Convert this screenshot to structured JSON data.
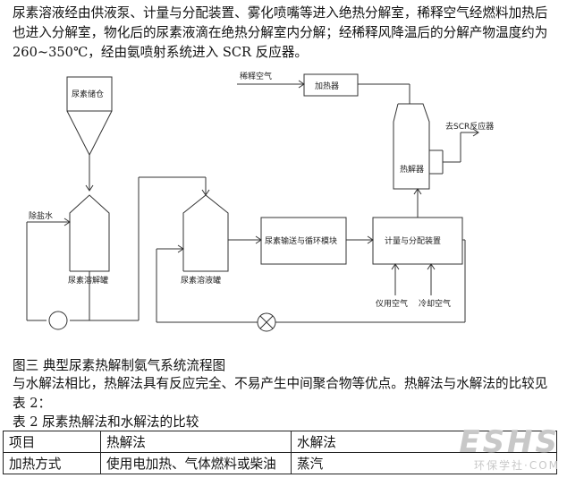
{
  "paragraph1": "尿素溶液经由供液泵、计量与分配装置、雾化喷嘴等进入绝热分解室，稀释空气经燃料加热后也进入分解室，物化后的尿素液滴在绝热分解室内分解；经稀释风降温后的分解产物温度约为 260~350℃，经由氨喷射系统进入 SCR 反应器。",
  "diagram": {
    "urea_silo": "尿素储仓",
    "demin_water": "除盐水",
    "dissolving_tank": "尿素溶解罐",
    "solution_tank": "尿素溶液罐",
    "transfer_module": "尿素输送与循环模块",
    "metering_unit": "计量与分配装置",
    "instrument_air": "仪用空气",
    "cooling_air": "冷却空气",
    "dilution_air": "稀释空气",
    "heater": "加热器",
    "decomposer": "热解器",
    "to_scr": "去SCR反应器"
  },
  "figure_caption": "图三 典型尿素热解制氨气系统流程图",
  "paragraph2": "与水解法相比，热解法具有反应完全、不易产生中间聚合物等优点。热解法与水解法的比较见表 2：",
  "table_caption": "表 2 尿素热解法和水解法的比较",
  "table": {
    "headers": [
      "项目",
      "热解法",
      "水解法"
    ],
    "rows": [
      [
        "加热方式",
        "使用电加热、气体燃料或柴油",
        "蒸汽"
      ]
    ]
  },
  "watermark": {
    "big": "ESHS",
    "small": "环保学社·COM"
  }
}
